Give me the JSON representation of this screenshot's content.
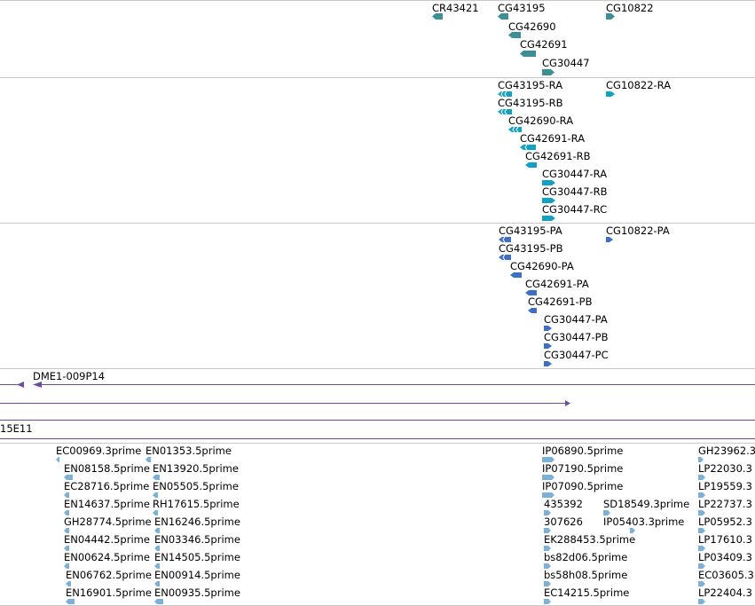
{
  "colors": {
    "gene": "#3d8f96",
    "transcript": "#11a1c4",
    "protein": "#3d6fc8",
    "clone": "#6a4fa0",
    "est": "#7bb1d6"
  },
  "genes": [
    {
      "label": "CR43421",
      "dir": "left"
    },
    {
      "label": "CG43195",
      "dir": "left"
    },
    {
      "label": "CG42690",
      "dir": "left"
    },
    {
      "label": "CG42691",
      "dir": "left"
    },
    {
      "label": "CG30447",
      "dir": "right"
    },
    {
      "label": "CG10822",
      "dir": "right"
    }
  ],
  "transcripts": [
    {
      "label": "CG43195-RA",
      "dir": "left"
    },
    {
      "label": "CG43195-RB",
      "dir": "left"
    },
    {
      "label": "CG42690-RA",
      "dir": "left"
    },
    {
      "label": "CG42691-RA",
      "dir": "left"
    },
    {
      "label": "CG42691-RB",
      "dir": "left"
    },
    {
      "label": "CG30447-RA",
      "dir": "right"
    },
    {
      "label": "CG30447-RB",
      "dir": "right"
    },
    {
      "label": "CG30447-RC",
      "dir": "right"
    },
    {
      "label": "CG10822-RA",
      "dir": "right"
    }
  ],
  "proteins": [
    {
      "label": "CG43195-PA",
      "dir": "left"
    },
    {
      "label": "CG43195-PB",
      "dir": "left"
    },
    {
      "label": "CG42690-PA",
      "dir": "left"
    },
    {
      "label": "CG42691-PA",
      "dir": "left"
    },
    {
      "label": "CG42691-PB",
      "dir": "left"
    },
    {
      "label": "CG30447-PA",
      "dir": "right"
    },
    {
      "label": "CG30447-PB",
      "dir": "right"
    },
    {
      "label": "CG30447-PC",
      "dir": "right"
    },
    {
      "label": "CG10822-PA",
      "dir": "right"
    }
  ],
  "clones": {
    "clone1": "DME1-009P14",
    "clone3": "15E11"
  },
  "ests": [
    {
      "label": "EC00969.3prime"
    },
    {
      "label": "EN08158.5prime"
    },
    {
      "label": "EC28716.5prime"
    },
    {
      "label": "EN14637.5prime"
    },
    {
      "label": "GH28774.5prime"
    },
    {
      "label": "EN04442.5prime"
    },
    {
      "label": "EN00624.5prime"
    },
    {
      "label": "EN06762.5prime"
    },
    {
      "label": "EN16901.5prime"
    },
    {
      "label": "EN01353.5prime"
    },
    {
      "label": "EN13920.5prime"
    },
    {
      "label": "EN05505.5prime"
    },
    {
      "label": "RH17615.5prime"
    },
    {
      "label": "EN16246.5prime"
    },
    {
      "label": "EN03346.5prime"
    },
    {
      "label": "EN14505.5prime"
    },
    {
      "label": "EN00914.5prime"
    },
    {
      "label": "EN00935.5prime"
    },
    {
      "label": "IP06890.5prime"
    },
    {
      "label": "IP07190.5prime"
    },
    {
      "label": "IP07090.5prime"
    },
    {
      "label": "435392"
    },
    {
      "label": "307626"
    },
    {
      "label": "EK288453.5prime"
    },
    {
      "label": "bs82d06.5prime"
    },
    {
      "label": "bs58h08.5prime"
    },
    {
      "label": "EC14215.5prime"
    },
    {
      "label": "SD18549.3prime"
    },
    {
      "label": "IP05403.3prime"
    },
    {
      "label": "GH23962.3"
    },
    {
      "label": "LP22030.3"
    },
    {
      "label": "LP19559.3"
    },
    {
      "label": "LP22737.3"
    },
    {
      "label": "LP05952.3"
    },
    {
      "label": "LP17610.3"
    },
    {
      "label": "LP03409.3"
    },
    {
      "label": "EC03605.3"
    },
    {
      "label": "LP22404.3"
    }
  ]
}
